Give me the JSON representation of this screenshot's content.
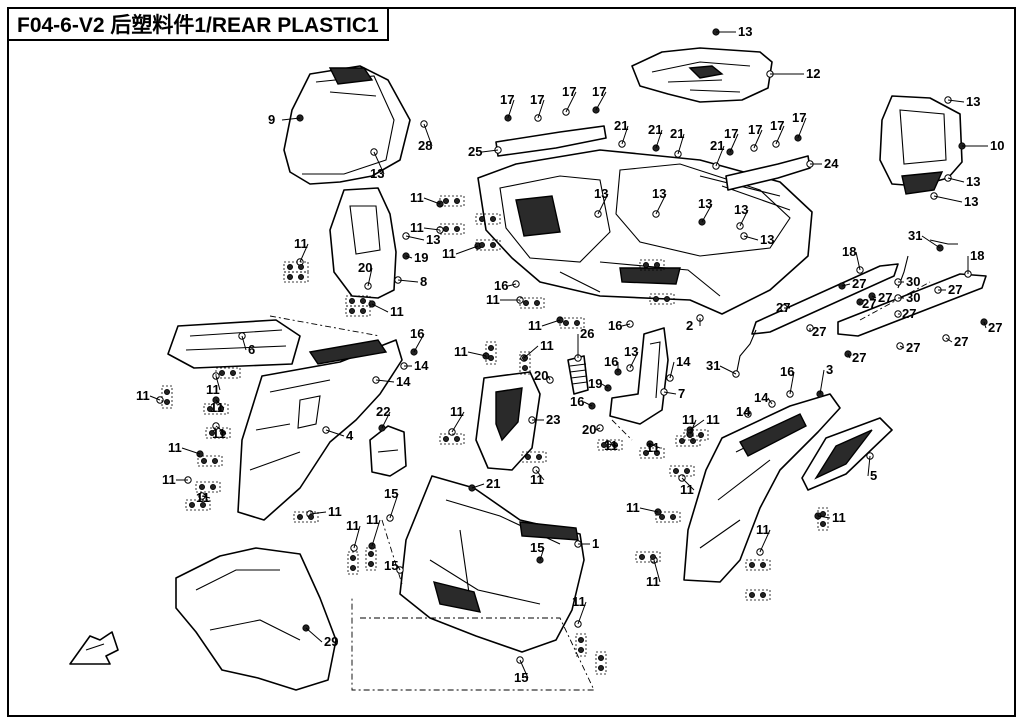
{
  "title": "F04-6-V2 后塑料件1/REAR PLASTIC1",
  "callouts": [
    {
      "id": "c13a",
      "text": "13"
    },
    {
      "id": "c12",
      "text": "12"
    },
    {
      "id": "c13b",
      "text": "13"
    },
    {
      "id": "c9",
      "text": "9"
    },
    {
      "id": "c28",
      "text": "28"
    },
    {
      "id": "c13c",
      "text": "13"
    },
    {
      "id": "c17a",
      "text": "17"
    },
    {
      "id": "c17b",
      "text": "17"
    },
    {
      "id": "c17c",
      "text": "17"
    },
    {
      "id": "c17d",
      "text": "17"
    },
    {
      "id": "c25",
      "text": "25"
    },
    {
      "id": "c21a",
      "text": "21"
    },
    {
      "id": "c21b",
      "text": "21"
    },
    {
      "id": "c21c",
      "text": "21"
    },
    {
      "id": "c21d",
      "text": "21"
    },
    {
      "id": "c17e",
      "text": "17"
    },
    {
      "id": "c17f",
      "text": "17"
    },
    {
      "id": "c17g",
      "text": "17"
    },
    {
      "id": "c17h",
      "text": "17"
    },
    {
      "id": "c24",
      "text": "24"
    },
    {
      "id": "c13d",
      "text": "13"
    },
    {
      "id": "c10",
      "text": "10"
    },
    {
      "id": "c13e",
      "text": "13"
    },
    {
      "id": "c13f",
      "text": "13"
    },
    {
      "id": "c11a",
      "text": "11"
    },
    {
      "id": "c11b",
      "text": "11"
    },
    {
      "id": "c13g",
      "text": "13"
    },
    {
      "id": "c13h",
      "text": "13"
    },
    {
      "id": "c13i",
      "text": "13"
    },
    {
      "id": "c13j",
      "text": "13"
    },
    {
      "id": "c11c",
      "text": "11"
    },
    {
      "id": "c13k",
      "text": "13"
    },
    {
      "id": "c11d",
      "text": "11"
    },
    {
      "id": "c19a",
      "text": "19"
    },
    {
      "id": "c20a",
      "text": "20"
    },
    {
      "id": "c8",
      "text": "8"
    },
    {
      "id": "c11e",
      "text": "11"
    },
    {
      "id": "c16a",
      "text": "16"
    },
    {
      "id": "c11f",
      "text": "11"
    },
    {
      "id": "c11g",
      "text": "11"
    },
    {
      "id": "c16b",
      "text": "16"
    },
    {
      "id": "c2",
      "text": "2"
    },
    {
      "id": "c31a",
      "text": "31"
    },
    {
      "id": "c18a",
      "text": "18"
    },
    {
      "id": "c18b",
      "text": "18"
    },
    {
      "id": "c27a",
      "text": "27"
    },
    {
      "id": "c27b",
      "text": "27"
    },
    {
      "id": "c27c",
      "text": "27"
    },
    {
      "id": "c27d",
      "text": "27"
    },
    {
      "id": "c30a",
      "text": "30"
    },
    {
      "id": "c30b",
      "text": "30"
    },
    {
      "id": "c27e",
      "text": "27"
    },
    {
      "id": "c27f",
      "text": "27"
    },
    {
      "id": "c27g",
      "text": "27"
    },
    {
      "id": "c27h",
      "text": "27"
    },
    {
      "id": "c27i",
      "text": "27"
    },
    {
      "id": "c27j",
      "text": "27"
    },
    {
      "id": "c27k",
      "text": "27"
    },
    {
      "id": "c31b",
      "text": "31"
    },
    {
      "id": "c6",
      "text": "6"
    },
    {
      "id": "c16c",
      "text": "16"
    },
    {
      "id": "c14a",
      "text": "14"
    },
    {
      "id": "c14b",
      "text": "14"
    },
    {
      "id": "c11h",
      "text": "11"
    },
    {
      "id": "c11i",
      "text": "11"
    },
    {
      "id": "c26",
      "text": "26"
    },
    {
      "id": "c16d",
      "text": "16"
    },
    {
      "id": "c13l",
      "text": "13"
    },
    {
      "id": "c14c",
      "text": "14"
    },
    {
      "id": "c19b",
      "text": "19"
    },
    {
      "id": "c20b",
      "text": "20"
    },
    {
      "id": "c7",
      "text": "7"
    },
    {
      "id": "c16e",
      "text": "16"
    },
    {
      "id": "c11j",
      "text": "11"
    },
    {
      "id": "c11k",
      "text": "11"
    },
    {
      "id": "c11l",
      "text": "11"
    },
    {
      "id": "c11m",
      "text": "11"
    },
    {
      "id": "c4",
      "text": "4"
    },
    {
      "id": "c22",
      "text": "22"
    },
    {
      "id": "c11n",
      "text": "11"
    },
    {
      "id": "c23",
      "text": "23"
    },
    {
      "id": "c11o",
      "text": "11"
    },
    {
      "id": "c20c",
      "text": "20"
    },
    {
      "id": "c11p",
      "text": "11"
    },
    {
      "id": "c11q",
      "text": "11"
    },
    {
      "id": "c11r",
      "text": "11"
    },
    {
      "id": "c16f",
      "text": "16"
    },
    {
      "id": "c3",
      "text": "3"
    },
    {
      "id": "c14d",
      "text": "14"
    },
    {
      "id": "c14e",
      "text": "14"
    },
    {
      "id": "c11s",
      "text": "11"
    },
    {
      "id": "c11t",
      "text": "11"
    },
    {
      "id": "c11u",
      "text": "11"
    },
    {
      "id": "c21e",
      "text": "21"
    },
    {
      "id": "c11v",
      "text": "11"
    },
    {
      "id": "c5",
      "text": "5"
    },
    {
      "id": "c11w",
      "text": "11"
    },
    {
      "id": "c15a",
      "text": "15"
    },
    {
      "id": "c11x",
      "text": "11"
    },
    {
      "id": "c11y",
      "text": "11"
    },
    {
      "id": "c11z",
      "text": "11"
    },
    {
      "id": "c15b",
      "text": "15"
    },
    {
      "id": "c15c",
      "text": "15"
    },
    {
      "id": "c1",
      "text": "1"
    },
    {
      "id": "c11aa",
      "text": "11"
    },
    {
      "id": "c11ab",
      "text": "11"
    },
    {
      "id": "c11ac",
      "text": "11"
    },
    {
      "id": "c11ad",
      "text": "11"
    },
    {
      "id": "c29",
      "text": "29"
    },
    {
      "id": "c15d",
      "text": "15"
    },
    {
      "id": "c11ae",
      "text": "11"
    }
  ]
}
